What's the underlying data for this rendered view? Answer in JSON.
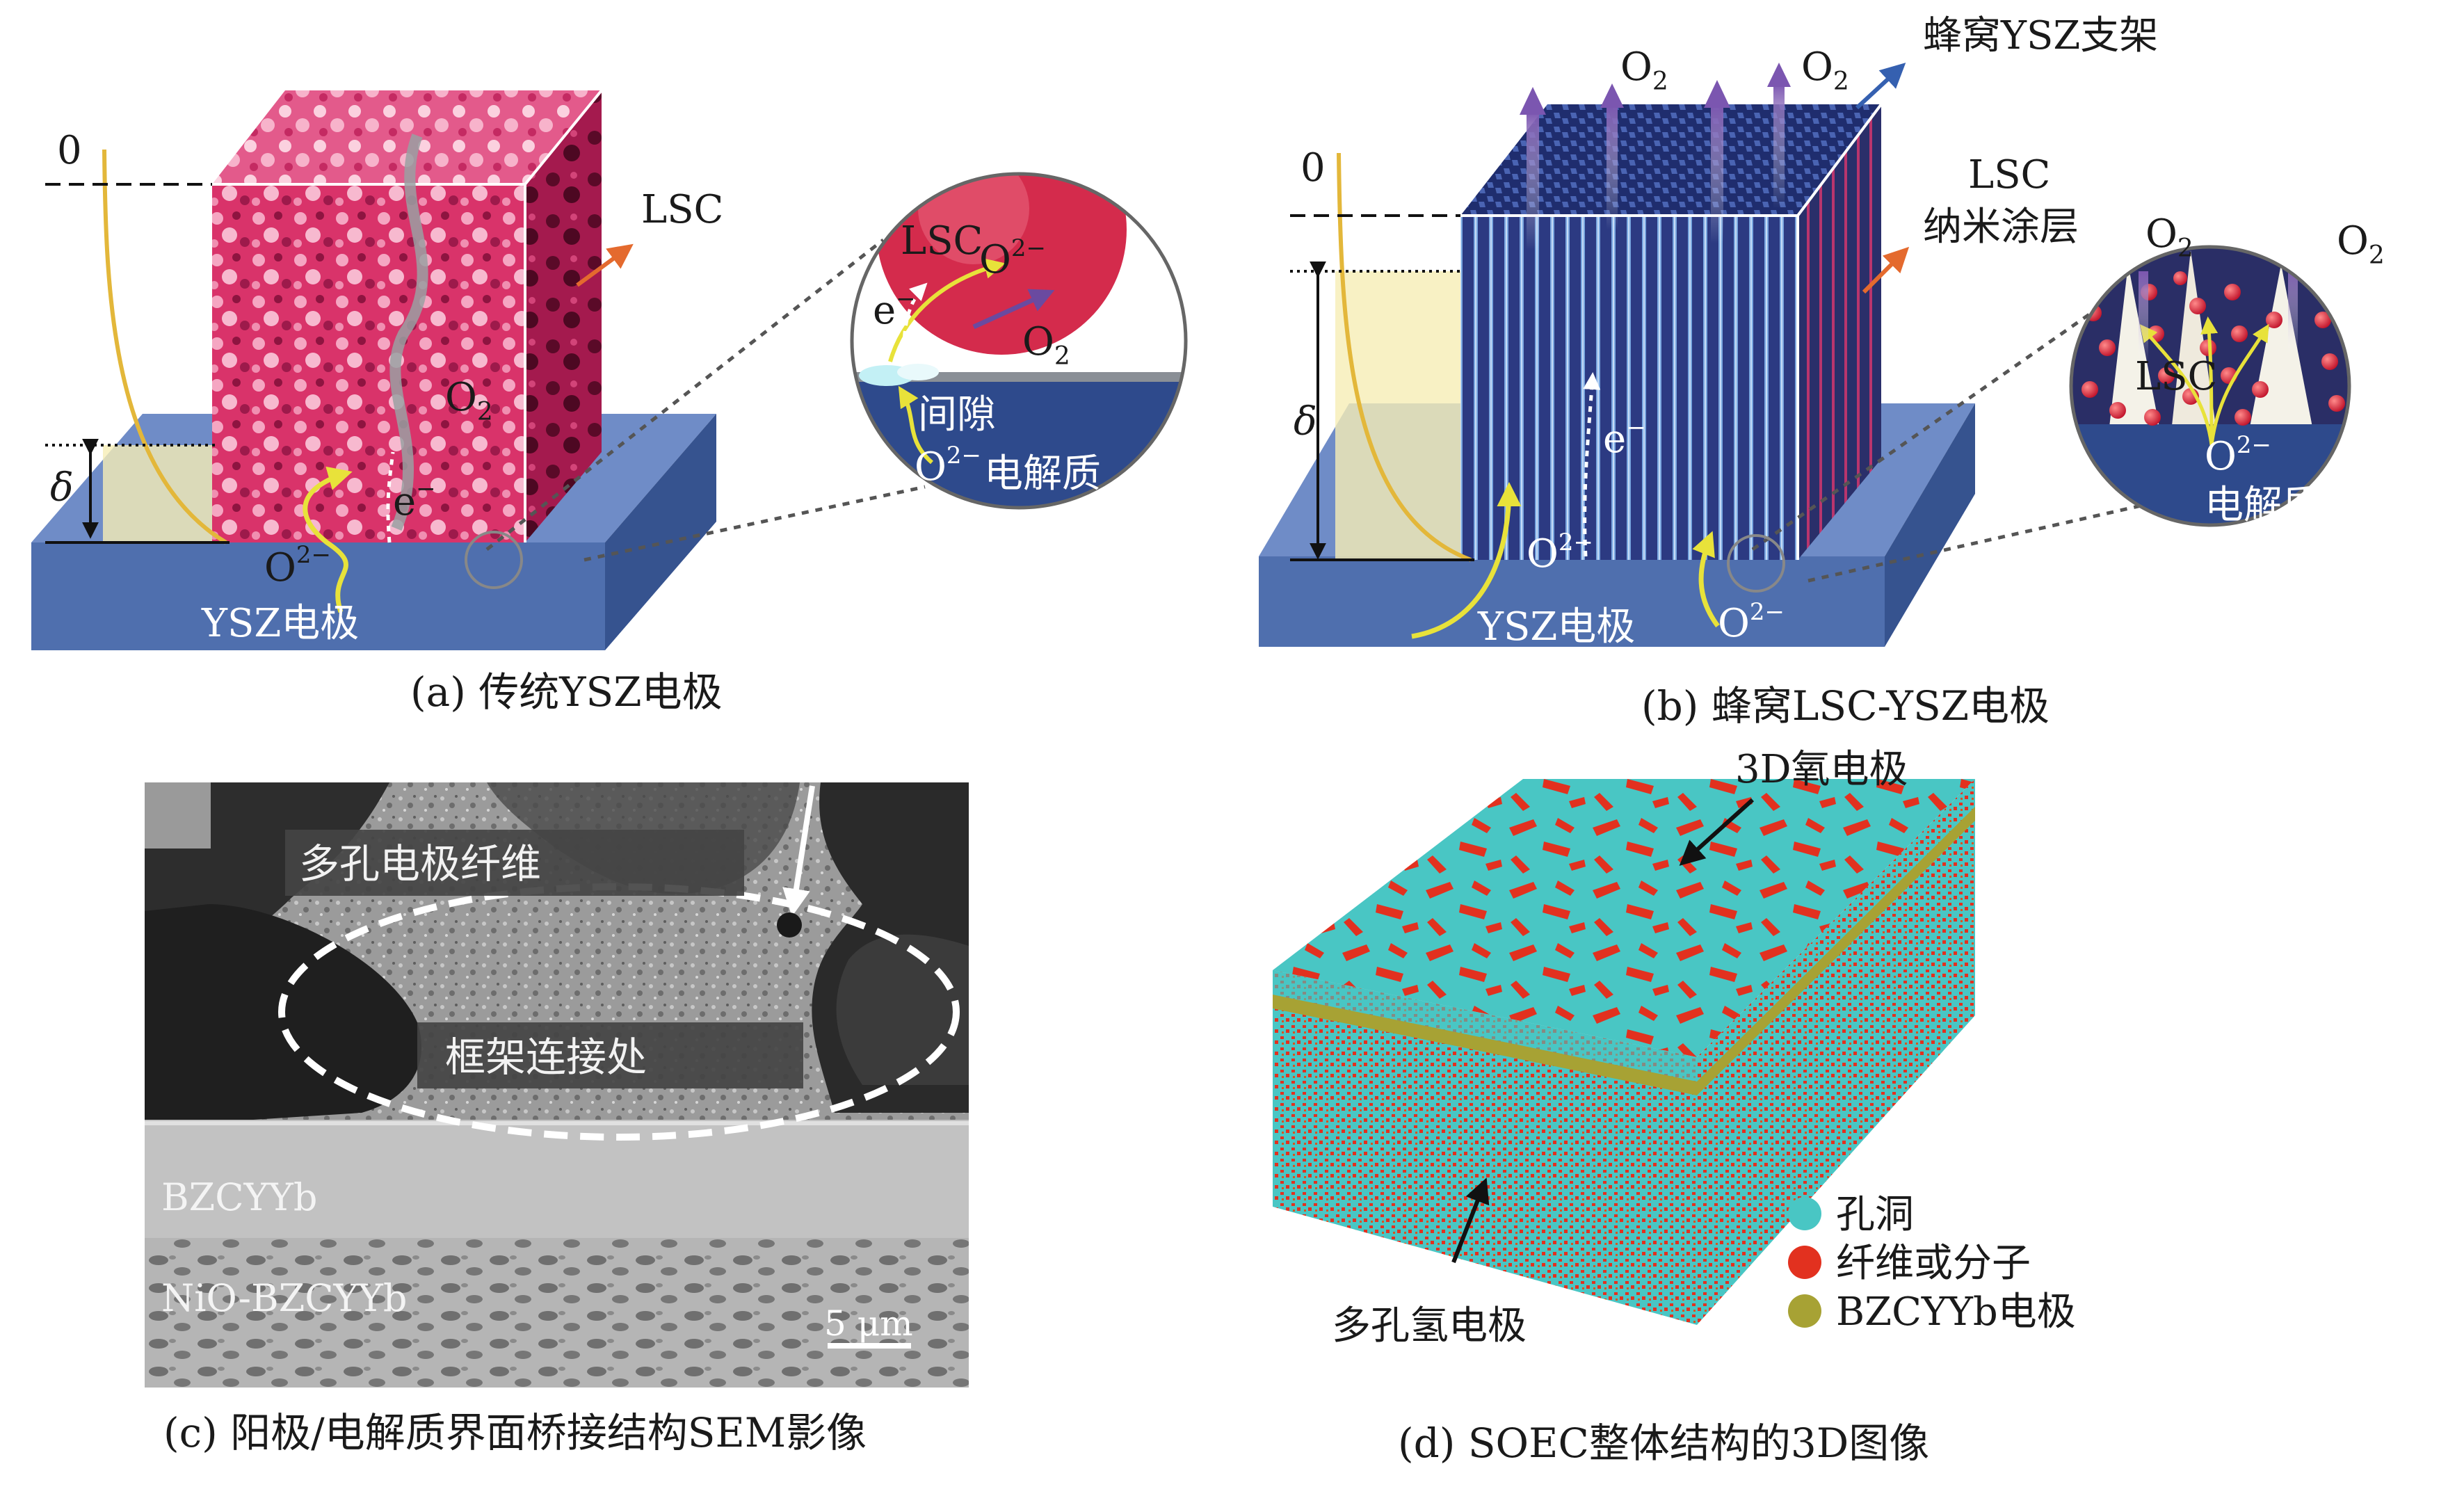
{
  "panel_a": {
    "caption": "(a) 传统YSZ电极",
    "axis_zero": "0",
    "delta": "δ",
    "lsc": "LSC",
    "o2": "O",
    "o2_sub": "2",
    "electron": "e",
    "electron_sup": "−",
    "oxide": "O",
    "oxide_sup": "2−",
    "substrate_label": "YSZ电极",
    "zoom": {
      "lsc": "LSC",
      "o2m": "O",
      "o2m_sup": "2−",
      "e": "e",
      "e_sup": "−",
      "o2": "O",
      "o2_sub": "2",
      "gap": "间隙",
      "oxide": "O",
      "oxide_sup": "2−",
      "electrolyte": "电解质"
    }
  },
  "panel_b": {
    "caption": "(b) 蜂窝LSC-YSZ电极",
    "axis_zero": "0",
    "delta": "δ",
    "o2_left": "O",
    "o2_right": "O",
    "o2_sub": "2",
    "scaffold": "蜂窝YSZ支架",
    "lsc": "LSC",
    "nano_coating": "纳米涂层",
    "electron": "e",
    "electron_sup": "−",
    "oxide_a": "O",
    "oxide_b": "O",
    "oxide_sup": "2−",
    "substrate_label": "YSZ电极",
    "zoom": {
      "o2_left": "O",
      "o2_right": "O",
      "o2_sub": "2",
      "lsc": "LSC",
      "oxide": "O",
      "oxide_sup": "2−",
      "electrolyte": "电解质"
    }
  },
  "panel_c": {
    "caption": "(c) 阳极/电解质界面桥接结构SEM影像",
    "fiber_label": "多孔电极纤维",
    "joint_label": "框架连接处",
    "layer1": "BZCYYb",
    "layer2": "NiO-BZCYYb",
    "scale": "5 μm"
  },
  "panel_d": {
    "caption": "(d) SOEC整体结构的3D图像",
    "top_label": "3D氧电极",
    "bottom_label": "多孔氢电极",
    "legend": [
      {
        "label": "孔洞",
        "color": "#49c6c4"
      },
      {
        "label": "纤维或分子",
        "color": "#e2311f"
      },
      {
        "label": "BZCYYb电极",
        "color": "#a7a234"
      }
    ]
  },
  "colors": {
    "substrate": "#4f6fae",
    "cube_pink": "#d9336a",
    "honeycomb": "#2f3f86",
    "electrolyte": "#2e4a8c",
    "curve": "#e3b73a"
  }
}
